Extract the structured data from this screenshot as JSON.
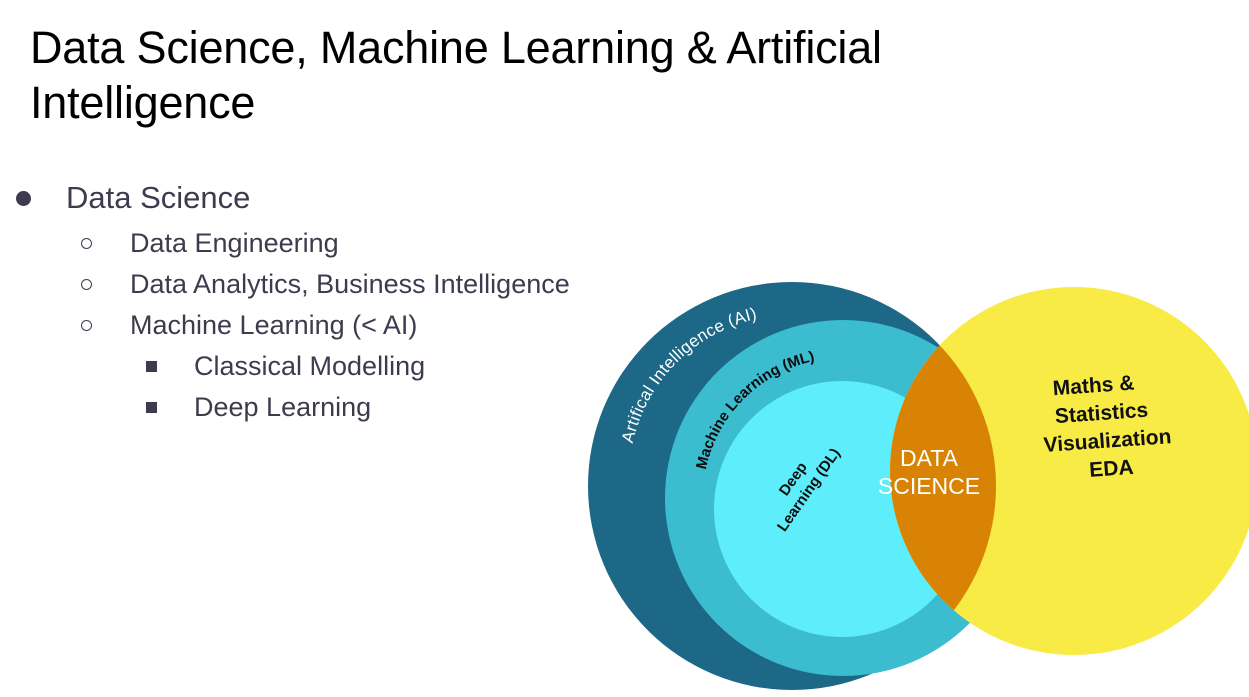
{
  "slide": {
    "title": "Data Science, Machine Learning & Artificial Intelligence"
  },
  "bullets": [
    {
      "level": 1,
      "text": "Data Science"
    },
    {
      "level": 2,
      "text": "Data Engineering"
    },
    {
      "level": 2,
      "text": "Data Analytics, Business Intelligence"
    },
    {
      "level": 2,
      "text": "Machine Learning (< AI)"
    },
    {
      "level": 3,
      "text": "Classical Modelling"
    },
    {
      "level": 3,
      "text": "Deep Learning"
    }
  ],
  "diagram": {
    "ai_label": "Artifical Intelligence (AI)",
    "ml_label": "Machine Learning (ML)",
    "dl_label_1": "Deep",
    "dl_label_2": "Learning (DL)",
    "ds_label_1": "DATA",
    "ds_label_2": "SCIENCE",
    "stats_label_1": "Maths &",
    "stats_label_2": "Statistics",
    "stats_label_3": "Visualization",
    "stats_label_4": "EDA"
  },
  "colors": {
    "ai": "#1d6787",
    "ml": "#3bbccf",
    "dl": "#5eedfa",
    "stats": "#f8eb45",
    "intersection": "#d98305",
    "bullet_text": "#3c3c4e"
  }
}
